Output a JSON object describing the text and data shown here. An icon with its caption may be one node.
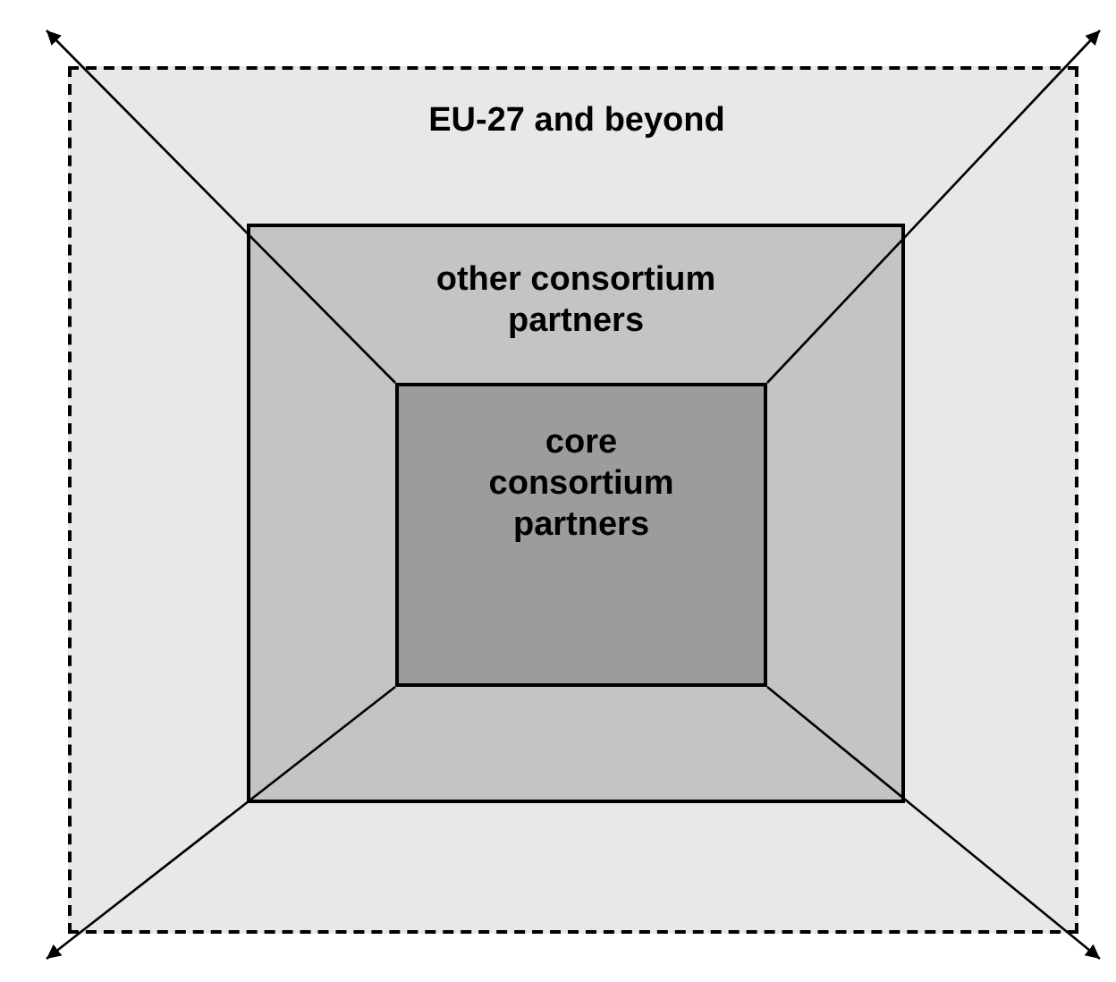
{
  "diagram": {
    "nodes": [
      {
        "text": [
          "EU-27 and beyond"
        ]
      },
      {
        "text": [
          "other consortium partners"
        ],
        "in": 0
      },
      {
        "text": [
          "core consortium partners"
        ],
        "in": 1
      }
    ],
    "edges": [
      {
        "from": 2,
        "to": null,
        "arrow": "to"
      },
      {
        "from": 2,
        "to": null,
        "arrow": "to"
      },
      {
        "from": 2,
        "to": null,
        "arrow": "to"
      },
      {
        "from": 2,
        "to": null,
        "arrow": "to"
      }
    ]
  }
}
